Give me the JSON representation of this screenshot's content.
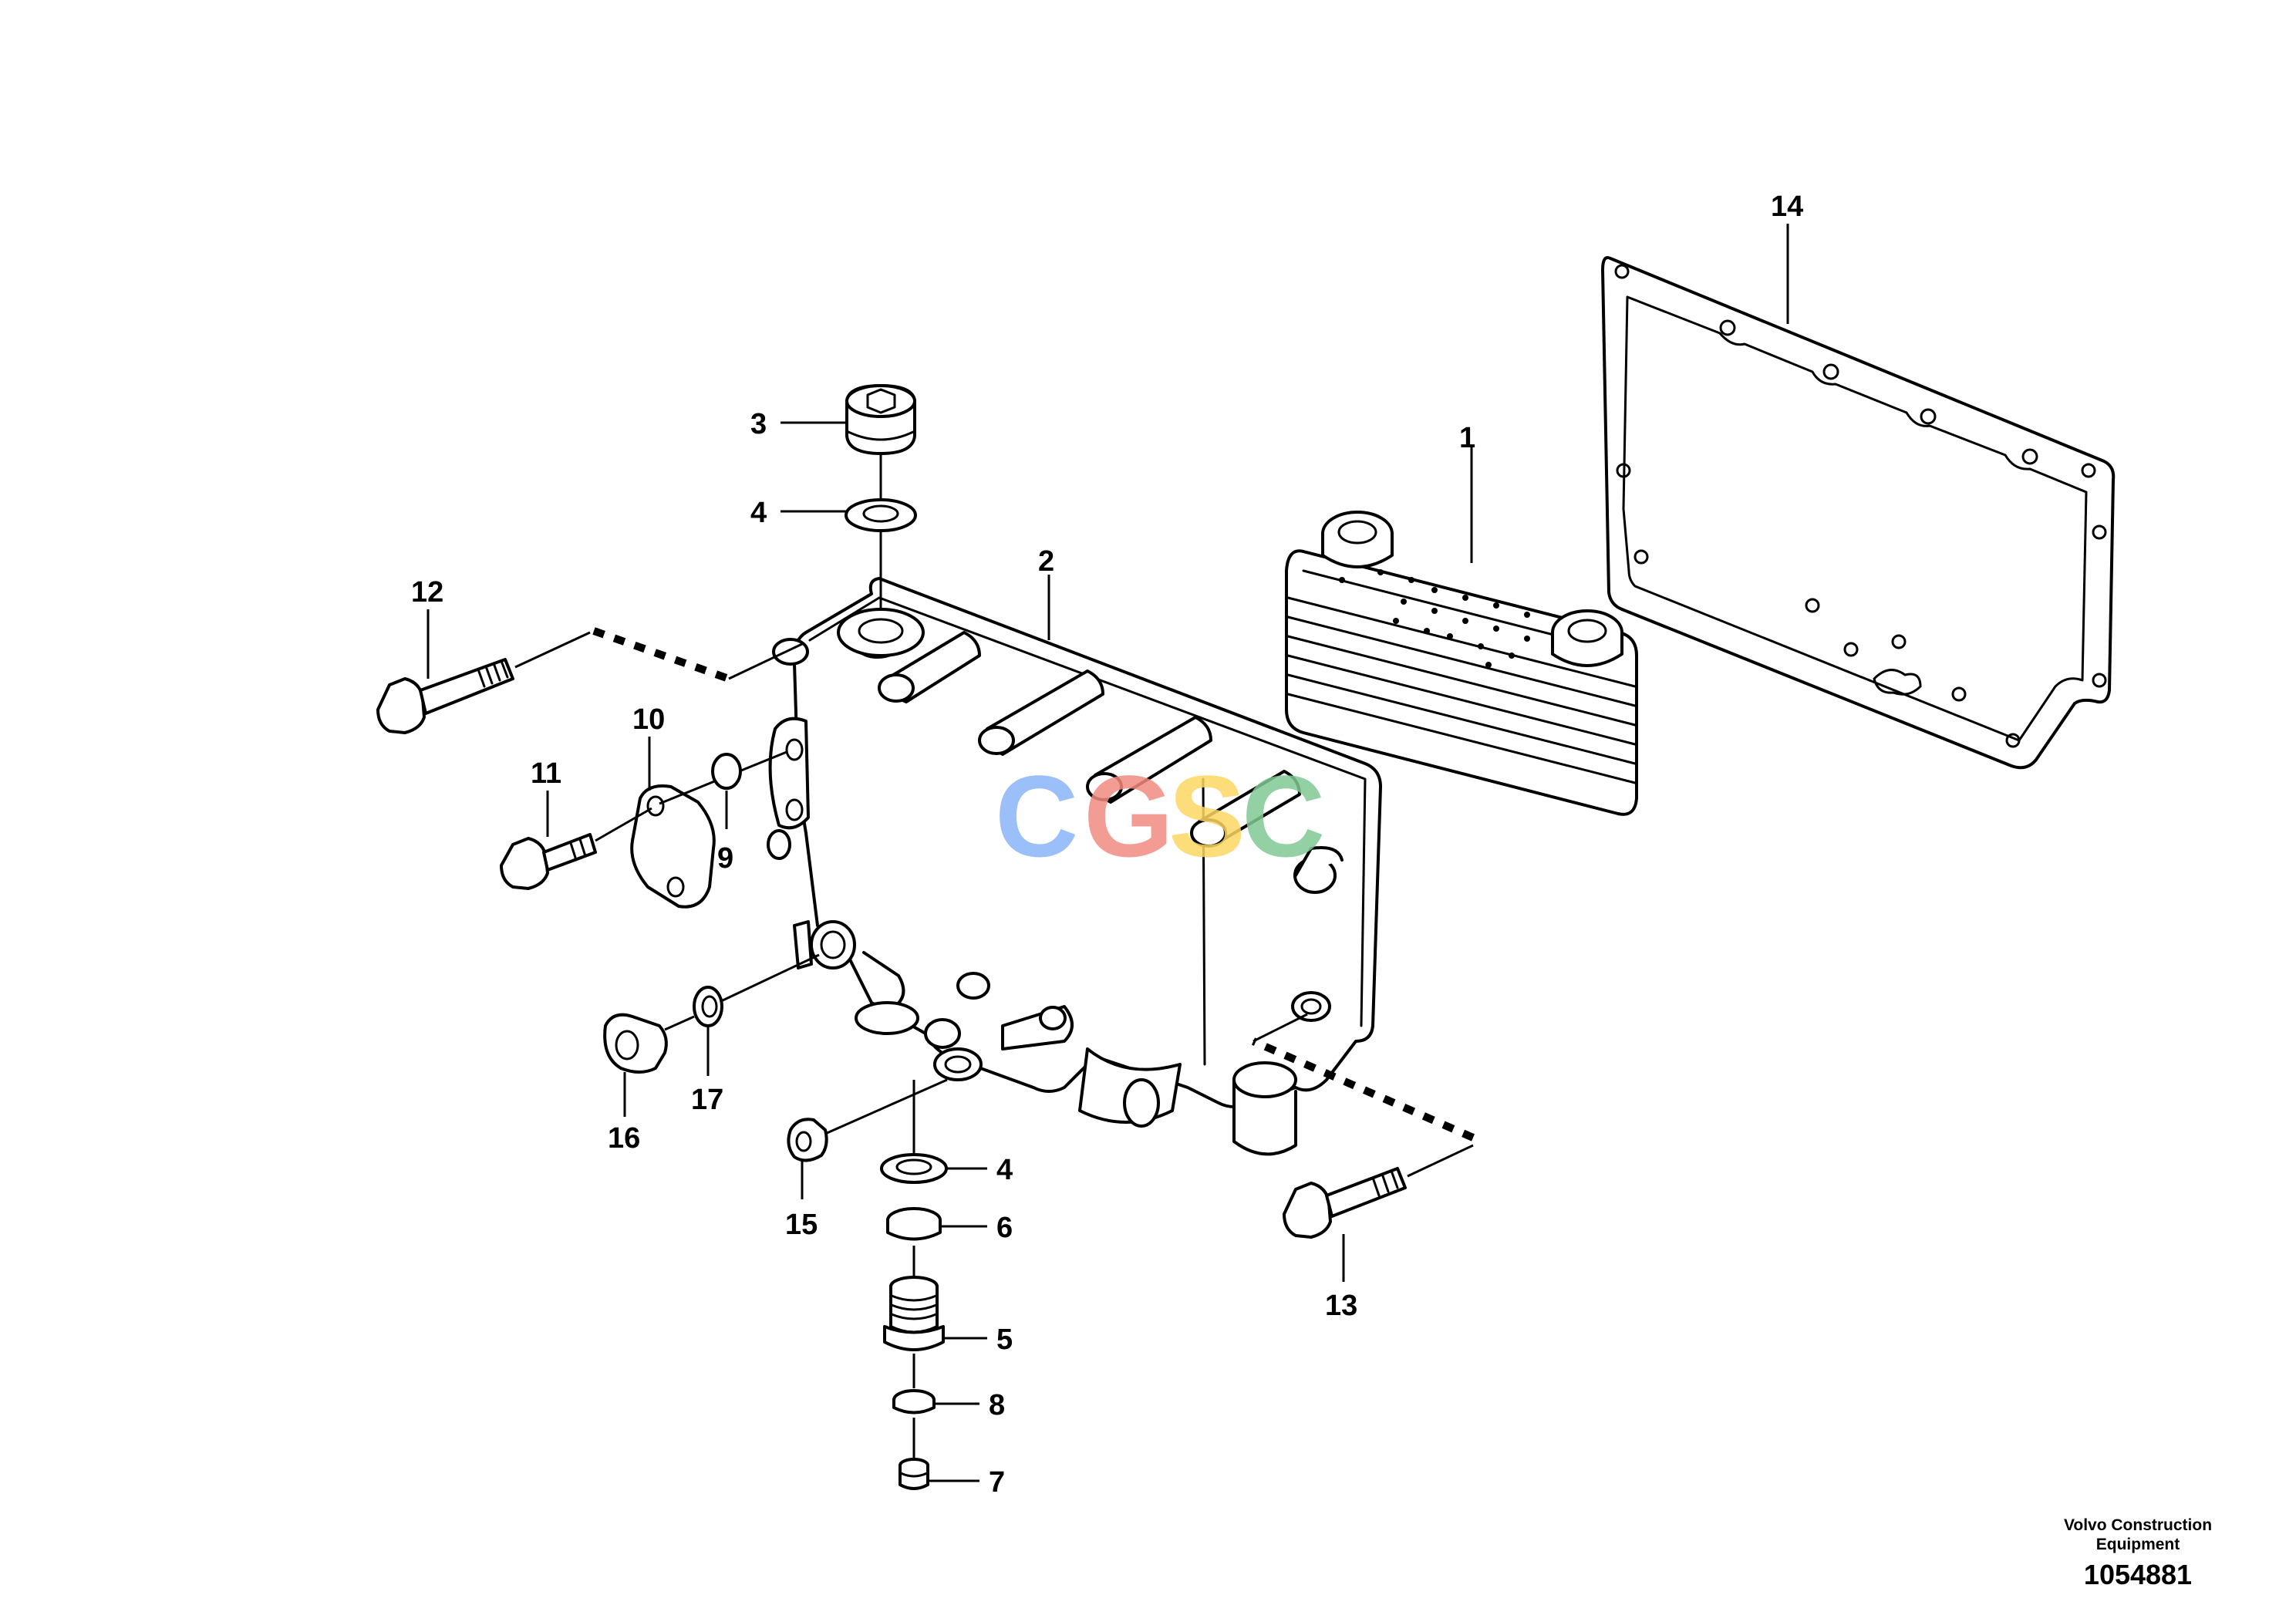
{
  "callouts": {
    "c1": "1",
    "c2": "2",
    "c3": "3",
    "c4a": "4",
    "c4b": "4",
    "c5": "5",
    "c6": "6",
    "c7": "7",
    "c8": "8",
    "c9": "9",
    "c10": "10",
    "c11": "11",
    "c12": "12",
    "c13": "13",
    "c14": "14",
    "c15": "15",
    "c16": "16",
    "c17": "17"
  },
  "watermark": {
    "letters": [
      "C",
      "G",
      "S",
      "C"
    ],
    "colors": [
      "#8ab4f8",
      "#f28b82",
      "#fdd663",
      "#81c995"
    ]
  },
  "footer": {
    "brand_line1": "Volvo Construction",
    "brand_line2": "Equipment",
    "doc_number": "1054881"
  }
}
